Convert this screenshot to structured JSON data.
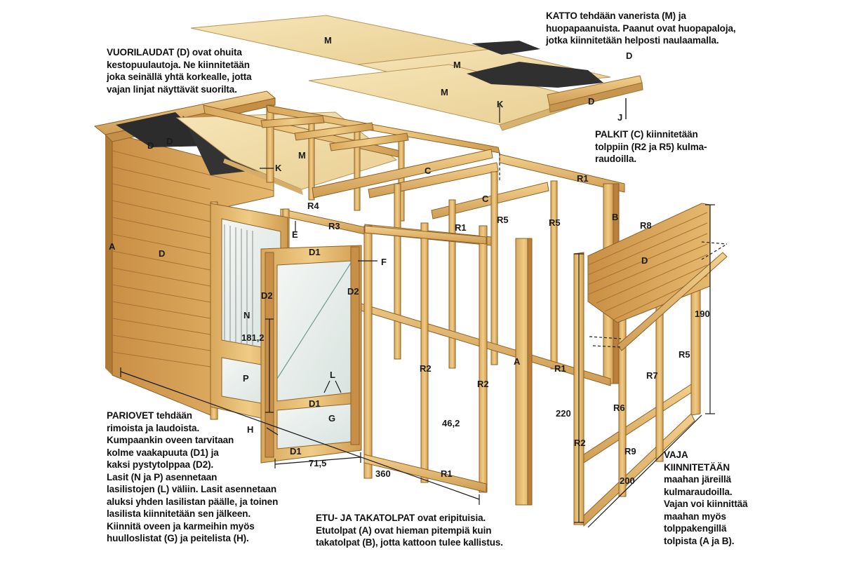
{
  "notes": {
    "vuorilaudat": [
      "VUORILAUDAT (D) ovat ohuita",
      "kestopuulautoja. Ne kiinnitetään",
      "joka seinällä yhtä korkealle, jotta",
      "vajan linjat näyttävät suorilta."
    ],
    "katto": [
      "KATTO tehdään vanerista (M) ja",
      "huopapaanuista. Paanut ovat huopapaloja,",
      "jotka kiinnitetään helposti naulaamalla."
    ],
    "palkit": [
      "PALKIT (C) kiinnitetään",
      "tolppiin (R2 ja R5) kulma-",
      "raudoilla."
    ],
    "pariovet": [
      "PARIOVET tehdään",
      "rimoista ja laudoista.",
      "Kumpaankin oveen tarvitaan",
      "kolme vaakapuuta (D1) ja",
      "kaksi pystytolppaa (D2).",
      "Lasit (N ja P) asennetaan",
      "lasilistojen (L) väliin. Lasit asennetaan",
      "aluksi yhden lasilistan päälle, ja toinen",
      "lasilista kiinnitetään sen jälkeen.",
      "Kiinnitä oveen ja karmeihin myös",
      "huulloslistat (G) ja peitelista (H)."
    ],
    "tolpat": [
      "ETU- JA TAKATOLPAT ovat eripituisia.",
      "Etutolpat (A) ovat hieman pitempiä kuin",
      "takatolpat (B), jotta kattoon tulee kallistus."
    ],
    "vaja": [
      "VAJA",
      "KIINNITETÄÄN",
      "maahan järeillä",
      "kulmaraudoilla.",
      "Vajan voi kiinnittää",
      "maahan myös",
      "tolppakengillä",
      "tolpista (A ja B)."
    ]
  },
  "labels": {
    "M_roof_top": "M",
    "M_roof_mid": "M",
    "M_roof_lower": "M",
    "M_roof_left": "M",
    "D_top_right": "D",
    "D_right_lower": "D",
    "J": "J",
    "K_right": "K",
    "D_left_a": "D",
    "D_left_b": "D",
    "K_left": "K",
    "C_front": "C",
    "C_back": "C",
    "R1_back": "R1",
    "B": "B",
    "R4": "R4",
    "E": "E",
    "R3": "R3",
    "R1_mid": "R1",
    "R5_a": "R5",
    "R5_b": "R5",
    "A_left": "A",
    "D_wall": "D",
    "D1_top": "D1",
    "F": "F",
    "D2_left": "D2",
    "D2_right": "D2",
    "N": "N",
    "dim_181": "181,2",
    "P": "P",
    "L": "L",
    "D1_mid": "D1",
    "G": "G",
    "H": "H",
    "D1_bottom": "D1",
    "dim_71": "71,5",
    "dim_360": "360",
    "R1_front": "R1",
    "R2_a": "R2",
    "R2_b": "R2",
    "dim_46": "46,2",
    "A_post": "A",
    "R1_floor": "R1",
    "R8": "R8",
    "D_side": "D",
    "dim_190": "190",
    "R5_side": "R5",
    "R7": "R7",
    "dim_220": "220",
    "R6": "R6",
    "R2_side": "R2",
    "R9": "R9",
    "dim_200": "200"
  },
  "colors": {
    "wood": "#e7c07a",
    "wood_light": "#f3dca6",
    "wood_dark": "#b8863f",
    "plywood": "#f1dca8",
    "felt": "#2b2b2b",
    "glass": "#e8f0ee",
    "ink": "#1a1a1a"
  }
}
